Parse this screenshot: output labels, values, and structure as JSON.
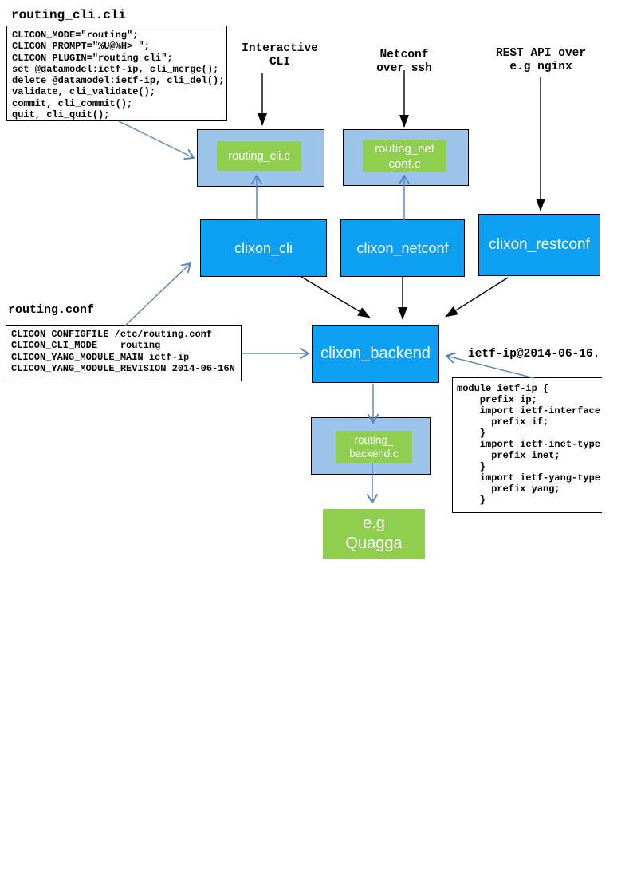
{
  "colors": {
    "node_blue": "#0c9ff2",
    "panel_blue": "#9cc3e9",
    "green": "#8fce4e",
    "arrow_blue": "#5b87c5",
    "arrow_black": "#000000",
    "text_white": "#ffffff",
    "text_black": "#000000"
  },
  "files": {
    "routing_cli_cli": {
      "title": "routing_cli.cli",
      "code": [
        "CLICON_MODE=\"routing\";",
        "CLICON_PROMPT=\"%U@%H> \";",
        "CLICON_PLUGIN=\"routing_cli\";",
        "set @datamodel:ietf-ip, cli_merge();",
        "delete @datamodel:ietf-ip, cli_del();",
        "validate, cli_validate();",
        "commit, cli_commit();",
        "quit, cli_quit();"
      ]
    },
    "routing_conf": {
      "title": "routing.conf",
      "code": [
        "CLICON_CONFIGFILE /etc/routing.conf",
        "CLICON_CLI_MODE    routing",
        "CLICON_YANG_MODULE_MAIN ietf-ip",
        "CLICON_YANG_MODULE_REVISION 2014-06-16N"
      ]
    },
    "yang_module": {
      "label": "ietf-ip@2014-06-16.",
      "code": [
        "module ietf-ip {",
        "    prefix ip;",
        "    import ietf-interface",
        "      prefix if;",
        "    }",
        "    import ietf-inet-type",
        "      prefix inet;",
        "    }",
        "    import ietf-yang-type",
        "      prefix yang;",
        "    }"
      ]
    }
  },
  "top_labels": {
    "interactive_line1": "Interactive",
    "interactive_line2": "CLI",
    "netconf_line1": "Netconf",
    "netconf_line2": "over ssh",
    "rest_line1": "REST API over",
    "rest_line2": "e.g nginx"
  },
  "nodes": {
    "routing_cli_c": "routing_cli.c",
    "routing_netconf_c_line1": "routing_net",
    "routing_netconf_c_line2": "conf.c",
    "clixon_cli": "clixon_cli",
    "clixon_netconf": "clixon_netconf",
    "clixon_restconf": "clixon_restconf",
    "clixon_backend": "clixon_backend",
    "routing_backend_c_line1": "routing_",
    "routing_backend_c_line2": "backend.c",
    "quagga_line1": "e.g",
    "quagga_line2": "Quagga"
  }
}
